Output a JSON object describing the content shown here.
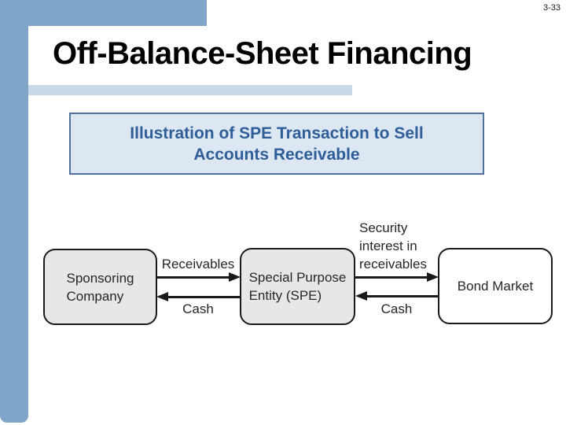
{
  "slide": {
    "page_number": "3-33",
    "title": "Off-Balance-Sheet Financing",
    "subtitle_line1": "Illustration of SPE Transaction to Sell",
    "subtitle_line2": "Accounts Receivable"
  },
  "colors": {
    "accent_blue": "#7FA5C9",
    "underline_blue": "#C9D8E9",
    "subtitle_bg": "#DCE7F2",
    "subtitle_border": "#50729E",
    "subtitle_text": "#2E5E99",
    "diagram_box_fill": "#E7E7E7",
    "diagram_line": "#1A1A1A"
  },
  "diagram": {
    "boxes": [
      {
        "id": "sponsoring",
        "line1": "Sponsoring",
        "line2": "Company"
      },
      {
        "id": "spe",
        "line1": "Special Purpose",
        "line2": "Entity (SPE)"
      },
      {
        "id": "bond",
        "line1": "Bond Market"
      }
    ],
    "arrows": [
      {
        "label": "Receivables",
        "direction": "right",
        "from": "Sponsoring Company",
        "to": "Special Purpose Entity (SPE)"
      },
      {
        "label": "Cash",
        "direction": "left",
        "from": "Special Purpose Entity (SPE)",
        "to": "Sponsoring Company"
      },
      {
        "label": "Security interest in receivables",
        "direction": "right",
        "from": "Special Purpose Entity (SPE)",
        "to": "Bond Market"
      },
      {
        "label": "Cash",
        "direction": "left",
        "from": "Bond Market",
        "to": "Special Purpose Entity (SPE)"
      }
    ],
    "labels": {
      "receivables": "Receivables",
      "cash_left": "Cash",
      "security_line1": "Security",
      "security_line2": "interest in",
      "security_line3": "receivables",
      "cash_right": "Cash"
    }
  }
}
